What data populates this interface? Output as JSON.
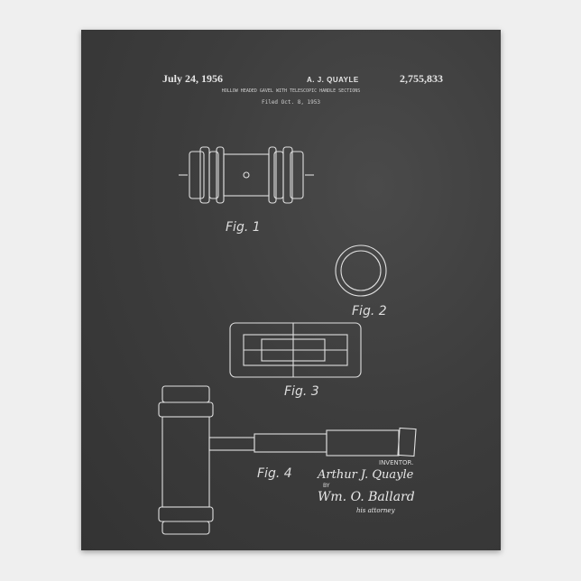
{
  "patent": {
    "date": "July 24, 1956",
    "inventor_header": "A. J. QUAYLE",
    "number": "2,755,833",
    "title": "HOLLOW HEADED GAVEL WITH TELESCOPIC HANDLE SECTIONS",
    "filed": "Filed Oct. 8, 1953"
  },
  "figures": [
    "Fig. 1",
    "Fig. 2",
    "Fig. 3",
    "Fig. 4"
  ],
  "signature": {
    "inventor_label": "INVENTOR.",
    "inventor_name": "Arthur J. Quayle",
    "by": "BY",
    "attorney_sig": "Wm. O. Ballard",
    "attorney_label": "his attorney"
  },
  "colors": {
    "chalkboard": "#3d3d3d",
    "chalk": "#e6e6e6",
    "background": "#efefef"
  }
}
